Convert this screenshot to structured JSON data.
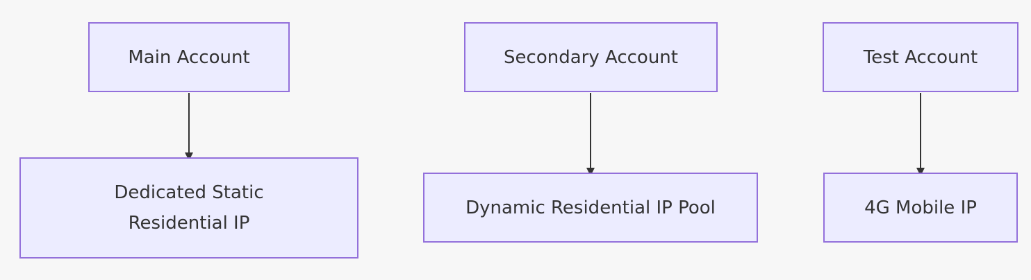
{
  "nodes": {
    "main_account": "Main Account",
    "secondary_account": "Secondary Account",
    "test_account": "Test Account",
    "dedicated_static_residential_ip": "Dedicated Static Residential IP",
    "dynamic_residential_ip_pool": "Dynamic Residential IP Pool",
    "mobile_4g_ip": "4G Mobile IP"
  },
  "edges": [
    {
      "from": "main_account",
      "to": "dedicated_static_residential_ip"
    },
    {
      "from": "secondary_account",
      "to": "dynamic_residential_ip_pool"
    },
    {
      "from": "test_account",
      "to": "mobile_4g_ip"
    }
  ],
  "colors": {
    "background": "#f7f7f7",
    "node_fill": "#ececff",
    "node_border": "#9370db",
    "text": "#333333",
    "edge": "#333333"
  }
}
